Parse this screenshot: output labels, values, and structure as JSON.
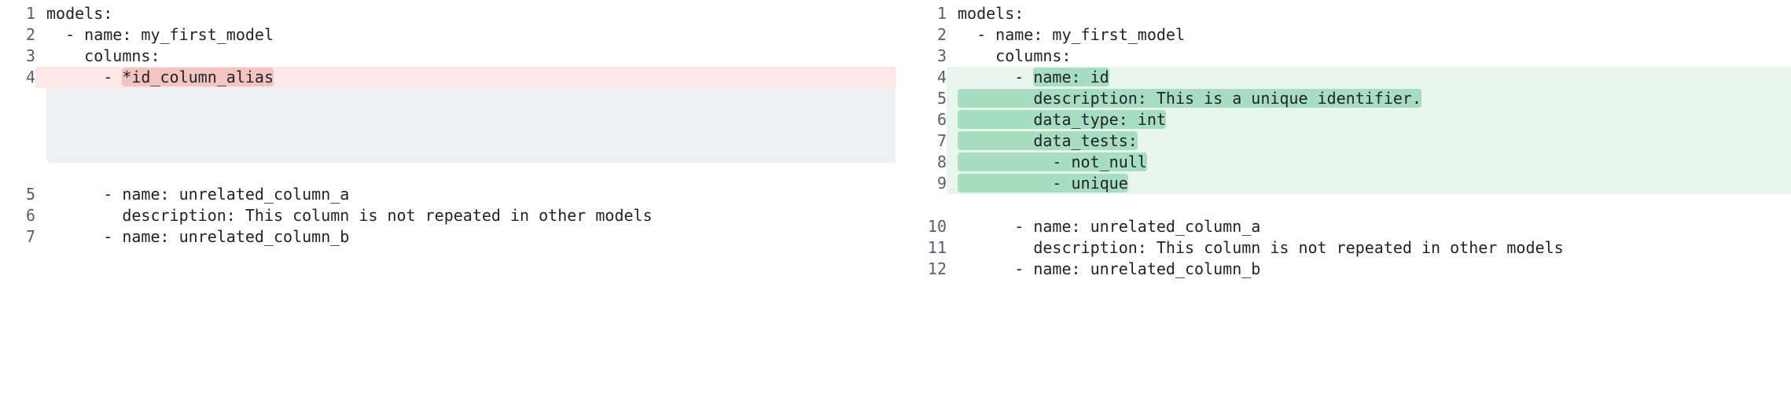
{
  "view": {
    "type": "side-by-side-diff",
    "colors": {
      "deleted_line_bg": "#fbe9e9",
      "deleted_word_bg": "#f4c4c1",
      "added_line_bg": "#e9f6ee",
      "added_word_bg": "#a7ddc0",
      "filler_bg": "#eef0f1",
      "line_number": "#57606a",
      "code_text": "#1f2328",
      "page_bg": "#ffffff"
    }
  },
  "left_pane": {
    "name": "before",
    "lines": [
      {
        "number": "1",
        "kind": "context",
        "text": "models:",
        "prefix": "",
        "highlight": ""
      },
      {
        "number": "2",
        "kind": "context",
        "text": "  - name: my_first_model",
        "prefix": "",
        "highlight": ""
      },
      {
        "number": "3",
        "kind": "context",
        "text": "    columns:",
        "prefix": "",
        "highlight": ""
      },
      {
        "number": "4",
        "kind": "deleted",
        "prefix": "      - ",
        "highlight": "*id_column_alias",
        "text": "      - *id_column_alias"
      },
      {
        "number": "5",
        "kind": "context",
        "text": "      - name: unrelated_column_a",
        "prefix": "",
        "highlight": ""
      },
      {
        "number": "6",
        "kind": "context",
        "text": "        description: This column is not repeated in other models",
        "prefix": "",
        "highlight": ""
      },
      {
        "number": "7",
        "kind": "context",
        "text": "      - name: unrelated_column_b",
        "prefix": "",
        "highlight": ""
      }
    ]
  },
  "right_pane": {
    "name": "after",
    "lines": [
      {
        "number": "1",
        "kind": "context",
        "text": "models:",
        "prefix": "",
        "highlight": ""
      },
      {
        "number": "2",
        "kind": "context",
        "text": "  - name: my_first_model",
        "prefix": "",
        "highlight": ""
      },
      {
        "number": "3",
        "kind": "context",
        "text": "    columns:",
        "prefix": "",
        "highlight": ""
      },
      {
        "number": "4",
        "kind": "added",
        "prefix": "      - ",
        "highlight": "name: id",
        "text": "      - name: id"
      },
      {
        "number": "5",
        "kind": "added",
        "prefix": "",
        "highlight": "        description: This is a unique identifier.",
        "text": "        description: This is a unique identifier."
      },
      {
        "number": "6",
        "kind": "added",
        "prefix": "",
        "highlight": "        data_type: int",
        "text": "        data_type: int"
      },
      {
        "number": "7",
        "kind": "added",
        "prefix": "",
        "highlight": "        data_tests:",
        "text": "        data_tests:"
      },
      {
        "number": "8",
        "kind": "added",
        "prefix": "",
        "highlight": "          - not_null",
        "text": "          - not_null"
      },
      {
        "number": "9",
        "kind": "added",
        "prefix": "",
        "highlight": "          - unique",
        "text": "          - unique"
      },
      {
        "number": "10",
        "kind": "context",
        "text": "      - name: unrelated_column_a",
        "prefix": "",
        "highlight": ""
      },
      {
        "number": "11",
        "kind": "context",
        "text": "        description: This column is not repeated in other models",
        "prefix": "",
        "highlight": ""
      },
      {
        "number": "12",
        "kind": "context",
        "text": "      - name: unrelated_column_b",
        "prefix": "",
        "highlight": ""
      }
    ]
  }
}
